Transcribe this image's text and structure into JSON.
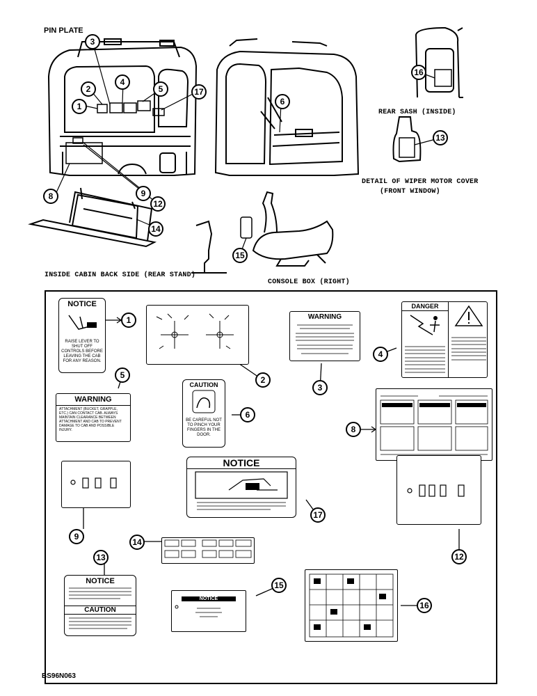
{
  "header": {
    "pin_plate": "PIN PLATE"
  },
  "views": {
    "rear_sash": "REAR SASH (INSIDE)",
    "wiper_detail_1": "DETAIL OF WIPER MOTOR COVER",
    "wiper_detail_2": "(FRONT WINDOW)",
    "inside_cabin": "INSIDE CABIN BACK SIDE (REAR STAND)",
    "console_box": "CONSOLE BOX (RIGHT)"
  },
  "decals": {
    "d1": {
      "title": "NOTICE",
      "text": "RAISE LEVER TO SHUT OFF CONTROLS BEFORE LEAVING THE CAB FOR ANY REASON."
    },
    "d3": {
      "title": "WARNING"
    },
    "d4": {
      "title": "DANGER"
    },
    "d5": {
      "title": "WARNING",
      "text": "ATTACHMENT (BUCKET, GRAPPLE, ETC.) CAN CONTACT CAB. ALWAYS MAINTAIN CLEARANCE BETWEEN ATTACHMENT AND CAB TO PREVENT DAMAGE TO CAB AND POSSIBLE INJURY."
    },
    "d6": {
      "title": "CAUTION",
      "text": "BE CAREFUL NOT TO PINCH YOUR FINGERS IN THE DOOR."
    },
    "d13": {
      "title": "NOTICE",
      "title2": "CAUTION"
    },
    "d15": {
      "title": "NOTICE"
    },
    "d17": {
      "title": "NOTICE"
    }
  },
  "callouts": [
    "1",
    "2",
    "3",
    "4",
    "5",
    "6",
    "8",
    "9",
    "12",
    "13",
    "14",
    "15",
    "16",
    "17"
  ],
  "footer": {
    "code": "BS96N063"
  }
}
